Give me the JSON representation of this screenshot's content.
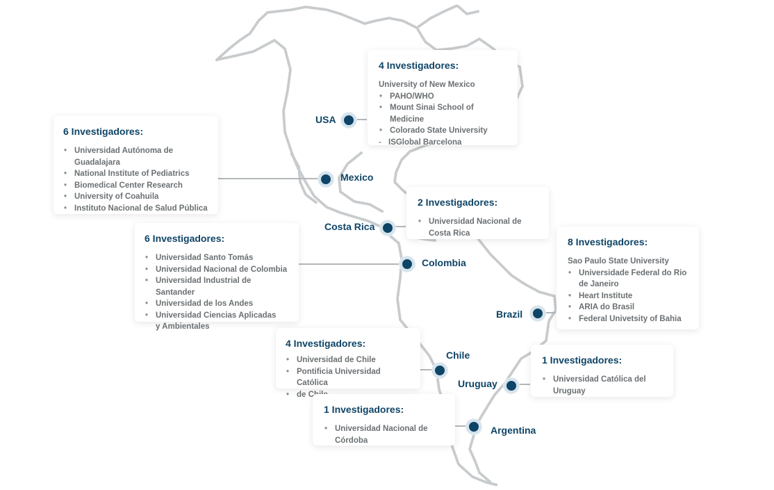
{
  "colors": {
    "marker": "#0e4466",
    "marker_ring": "#d5e3ec",
    "title": "#0e4466",
    "text": "#6b7073",
    "coastline": "#c8cbcd",
    "connector": "#b3b7ba"
  },
  "countries": {
    "usa": "USA",
    "mexico": "Mexico",
    "costa_rica": "Costa Rica",
    "colombia": "Colombia",
    "brazil": "Brazil",
    "chile": "Chile",
    "uruguay": "Uruguay",
    "argentina": "Argentina"
  },
  "cards": {
    "usa": {
      "title": "4 Investigadores:",
      "items": [
        "University of New Mexico",
        "PAHO/WHO",
        "Mount Sinai School of Medicine",
        "Colorado State University",
        "ISGlobal Barcelona"
      ]
    },
    "mexico": {
      "title": "6 Investigadores:",
      "items": [
        "Universidad Autónoma de Guadalajara",
        "National Institute of Pediatrics",
        "Biomedical Center Research",
        "University of Coahuila",
        "Instituto Nacional de Salud Pública"
      ]
    },
    "costa_rica": {
      "title": "2 Investigadores:",
      "items": [
        "Universidad Nacional de Costa Rica"
      ]
    },
    "colombia": {
      "title": "6 Investigadores:",
      "items": [
        "Universidad Santo Tomás",
        "Universidad Nacional de Colombia",
        "Universidad Industrial de Santander",
        "Universidad de los Andes",
        "Universidad Ciencias Aplicadas y  Ambientales"
      ]
    },
    "brazil": {
      "title": "8 Investigadores:",
      "items": [
        "Sao Paulo State University",
        "Universidade Federal do Rio de Janeiro",
        "Heart Institute",
        "ARIA do Brasil",
        "Federal Univetsity of Bahia"
      ]
    },
    "chile": {
      "title": "4 Investigadores:",
      "items": [
        "Universidad de Chile",
        "Pontificia Universidad Católica",
        "de Chile"
      ]
    },
    "uruguay": {
      "title": "1 Investigadores:",
      "items": [
        "Universidad Católica del Uruguay"
      ]
    },
    "argentina": {
      "title": "1 Investigadores:",
      "items": [
        "Universidad Nacional de Córdoba"
      ]
    }
  }
}
